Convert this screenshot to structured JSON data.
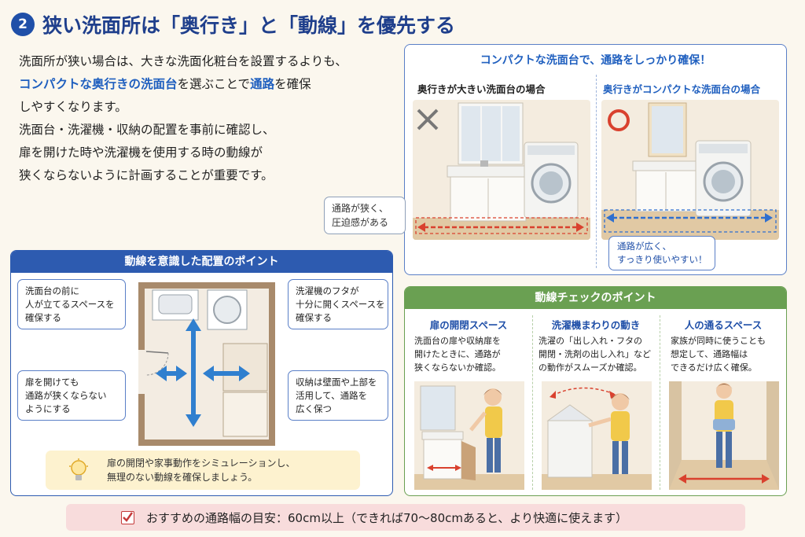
{
  "title": {
    "number": "2",
    "text": "狭い洗面所は「奥行き」と「動線」を優先する"
  },
  "intro": {
    "line1": "洗面所が狭い場合は、大きな洗面化粧台を設置するよりも、",
    "line2_highlight1": "コンパクトな奥行きの洗面台",
    "line2_mid": "を選ぶことで",
    "line2_highlight2": "通路",
    "line2_end": "を確保",
    "line3": "しやすくなります。",
    "line4": "洗面台・洗濯機・収納の配置を事前に確認し、",
    "line5": "扉を開けた時や洗濯機を使用する時の動線が",
    "line6": "狭くならないように計画することが重要です。"
  },
  "compact": {
    "title": "コンパクトな洗面台で、通路をしっかり確保！",
    "left_label": "奥行きが大きい洗面台の場合",
    "right_label": "奥行きがコンパクトな洗面台の場合",
    "narrow_callout_1": "通路が狭く、",
    "narrow_callout_2": "圧迫感がある",
    "wide_callout_1": "通路が広く、",
    "wide_callout_2": "すっきり使いやすい！"
  },
  "layout": {
    "header": "動線を意識した配置のポイント",
    "note1": [
      "洗面台の前に",
      "人が立てるスペースを",
      "確保する"
    ],
    "note2": [
      "扉を開けても",
      "通路が狭くならない",
      "ようにする"
    ],
    "note3": [
      "洗濯機のフタが",
      "十分に開くスペースを",
      "確保する"
    ],
    "note4": [
      "収納は壁面や上部を",
      "活用して、通路を",
      "広く保つ"
    ],
    "tip_1": "扉の開閉や家事動作をシミュレーションし、",
    "tip_2": "無理のない動線を確保しましょう。"
  },
  "check": {
    "header": "動線チェックのポイント",
    "cols": [
      {
        "head": "扉の開閉スペース",
        "desc": [
          "洗面台の扉や収納扉を",
          "開けたときに、通路が",
          "狭くならないか確認。"
        ]
      },
      {
        "head": "洗濯機まわりの動き",
        "desc": [
          "洗濯の「出し入れ・フタの",
          "開閉・洗剤の出し入れ」など",
          "の動作がスムーズか確認。"
        ]
      },
      {
        "head": "人の通るスペース",
        "desc": [
          "家族が同時に使うことも",
          "想定して、通路幅は",
          "できるだけ広く確保。"
        ]
      }
    ]
  },
  "bottom": {
    "text": "おすすめの通路幅の目安：60cm以上（できれば70〜80cmあると、より快適に使えます）"
  },
  "colors": {
    "brand_blue": "#1f4fa8",
    "accent_green": "#6aa052",
    "alert_red": "#d9412e",
    "bottom_bg": "#f8dcdc"
  }
}
